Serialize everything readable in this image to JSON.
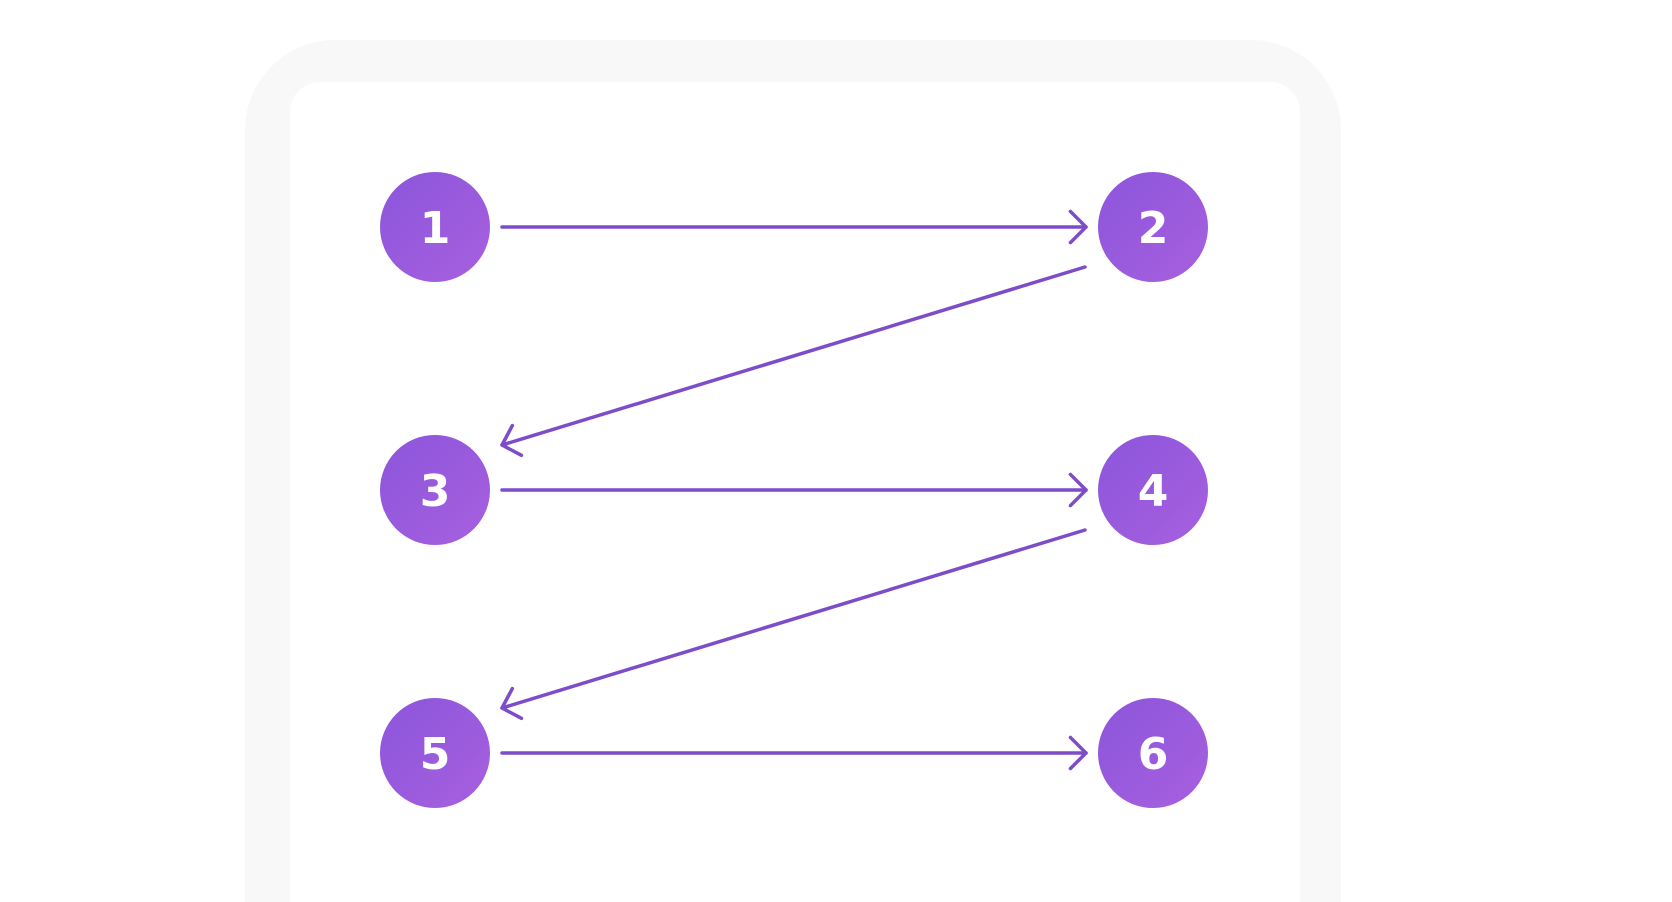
{
  "colors": {
    "frame": "#f8f8f9",
    "screen": "#ffffff",
    "node_start": "#8c55dc",
    "node_end": "#a760de",
    "arrow": "#7d4cc9",
    "label": "#ffffff"
  },
  "nodes": [
    {
      "id": "n1",
      "label": "1"
    },
    {
      "id": "n2",
      "label": "2"
    },
    {
      "id": "n3",
      "label": "3"
    },
    {
      "id": "n4",
      "label": "4"
    },
    {
      "id": "n5",
      "label": "5"
    },
    {
      "id": "n6",
      "label": "6"
    }
  ],
  "edges": [
    {
      "from": "n1",
      "to": "n2"
    },
    {
      "from": "n2",
      "to": "n3"
    },
    {
      "from": "n3",
      "to": "n4"
    },
    {
      "from": "n4",
      "to": "n5"
    },
    {
      "from": "n5",
      "to": "n6"
    }
  ]
}
